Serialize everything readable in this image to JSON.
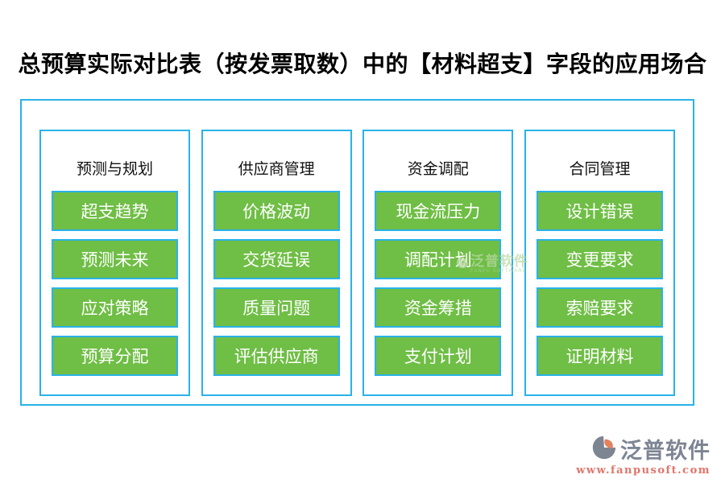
{
  "title": "总预算实际对比表（按发票取数）中的【材料超支】字段的应用场合",
  "colors": {
    "box_border": "#29b2e8",
    "button_bg": "#6fbe45",
    "button_text": "#ffffff",
    "title_text": "#000000",
    "logo_gray": "#7d8593",
    "logo_orange": "#e2825e",
    "logo_url_red": "#e0756b"
  },
  "columns": [
    {
      "header": "预测与规划",
      "items": [
        "超支趋势",
        "预测未来",
        "应对策略",
        "预算分配"
      ]
    },
    {
      "header": "供应商管理",
      "items": [
        "价格波动",
        "交货延误",
        "质量问题",
        "评估供应商"
      ]
    },
    {
      "header": "资金调配",
      "items": [
        "现金流压力",
        "调配计划",
        "资金筹措",
        "支付计划"
      ]
    },
    {
      "header": "合同管理",
      "items": [
        "设计错误",
        "变更要求",
        "索赔要求",
        "证明材料"
      ]
    }
  ],
  "watermark": {
    "text": "泛普软件",
    "subtext": "FANPU SOFTWARE"
  },
  "footer": {
    "brand": "泛普软件",
    "url": "www.fanpusoft.com"
  }
}
